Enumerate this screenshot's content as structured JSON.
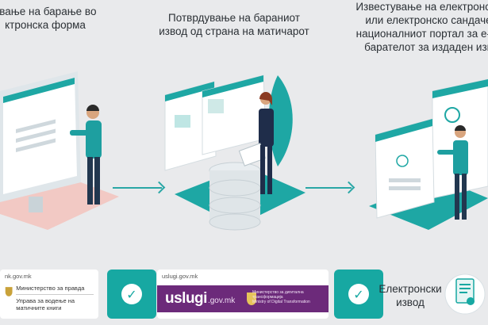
{
  "captions": {
    "step1": [
      "ување на барање во",
      "ктронска форма"
    ],
    "step2": [
      "Потврдување на бараниот",
      "извод од страна на матичарот"
    ],
    "step3": [
      "Известување на електронска",
      "или   електронско сандаче",
      "националниот портал за е-ус",
      "барателот за издаден изв"
    ]
  },
  "bottom": {
    "card1": {
      "url": "nk.gov.mk",
      "ministry": "Министерство за правда",
      "office": "Управа за водење на матичните книги"
    },
    "card2": {
      "url": "uslugi.gov.mk",
      "logo": "uslugi",
      "domain": ".gov.mk",
      "ministry_mk": "Министерство за дигитална трансформација",
      "ministry_en": "Ministry of Digital Transformation"
    },
    "document_label": [
      "Електронски",
      "извод"
    ]
  },
  "colors": {
    "teal": "#17a8a2",
    "purple": "#6c2a7a",
    "pink": "#f2c9c4"
  }
}
